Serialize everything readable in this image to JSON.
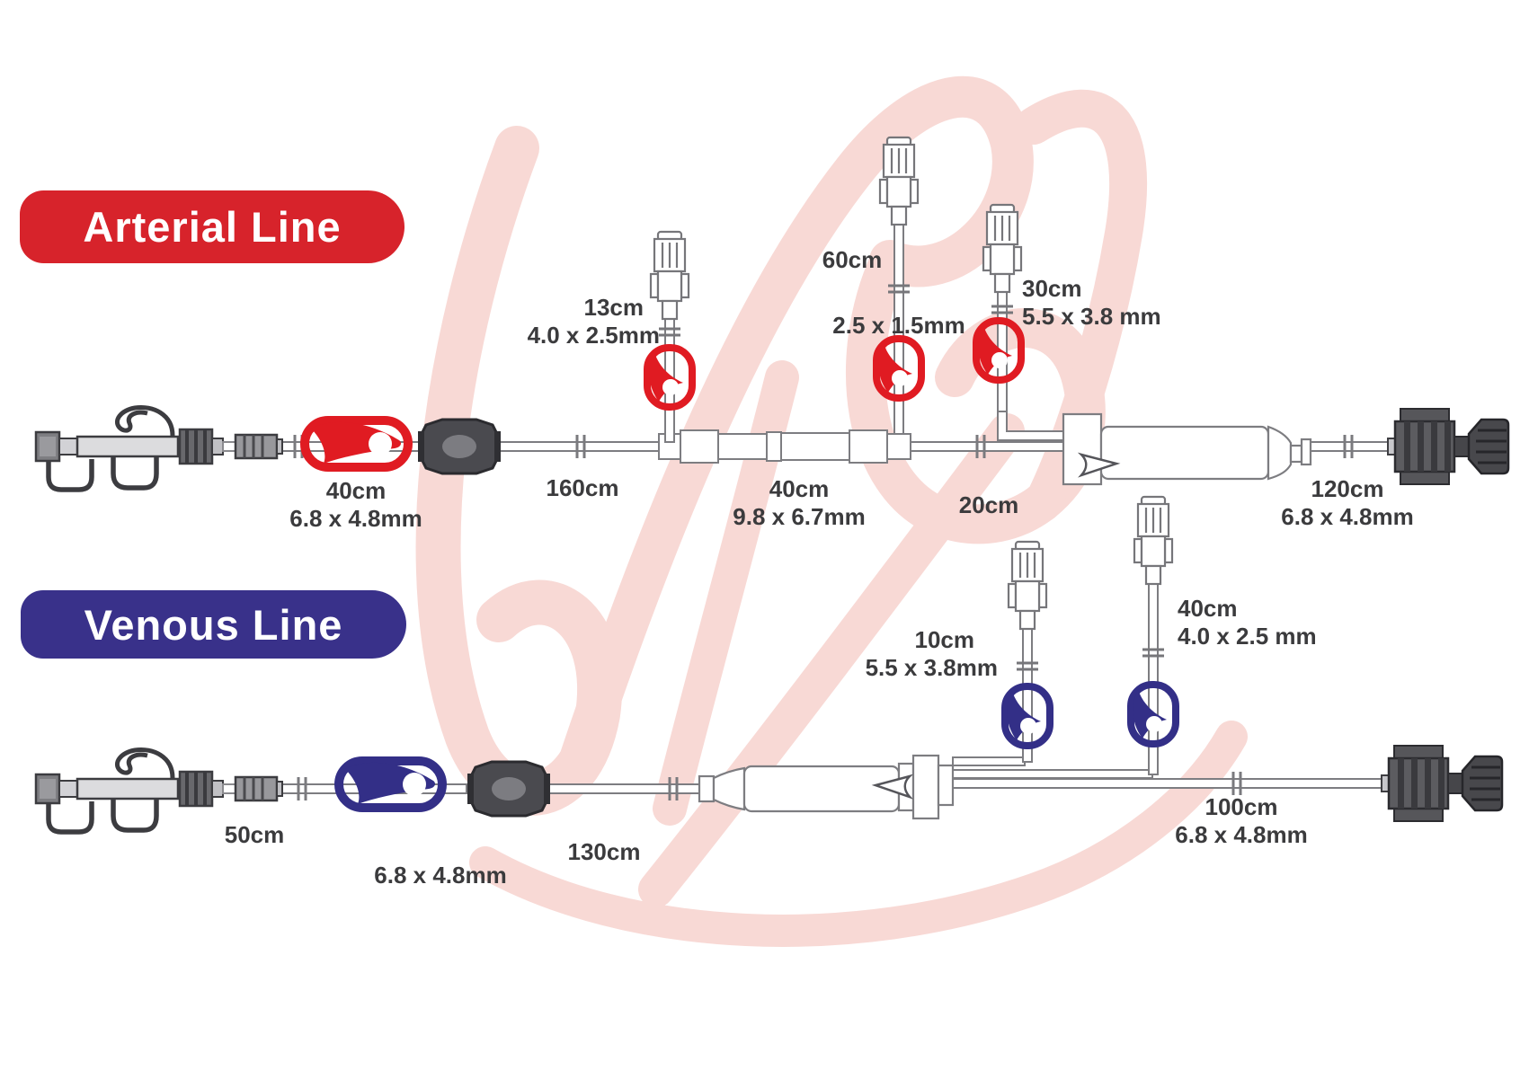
{
  "colors": {
    "arterial_accent": "#d7232b",
    "arterial_clamp": "#e01b22",
    "venous_accent": "#39318a",
    "venous_clamp": "#332f87",
    "watermark": "#f8d9d5",
    "label_text": "#3b3b3d"
  },
  "arterial": {
    "title": "Arterial Line",
    "labels": {
      "seg_clamp": {
        "length": "40cm",
        "size": "6.8 x 4.8mm"
      },
      "seg_160": {
        "length": "160cm"
      },
      "port_13": {
        "length": "13cm",
        "size": "4.0 x 2.5mm"
      },
      "port_60": {
        "length": "60cm",
        "size": "2.5 x 1.5mm"
      },
      "port_30": {
        "length": "30cm",
        "size": "5.5 x 3.8 mm"
      },
      "seg_pump": {
        "length": "40cm",
        "size": "9.8 x 6.7mm"
      },
      "seg_20": {
        "length": "20cm"
      },
      "seg_120": {
        "length": "120cm",
        "size": "6.8 x 4.8mm"
      }
    }
  },
  "venous": {
    "title": "Venous Line",
    "labels": {
      "seg_50": {
        "length": "50cm"
      },
      "seg_clamp": {
        "size": "6.8 x 4.8mm"
      },
      "seg_130": {
        "length": "130cm"
      },
      "port_10": {
        "length": "10cm",
        "size": "5.5 x 3.8mm"
      },
      "port_40": {
        "length": "40cm",
        "size": "4.0 x 2.5 mm"
      },
      "seg_100": {
        "length": "100cm",
        "size": "6.8 x 4.8mm"
      }
    }
  }
}
